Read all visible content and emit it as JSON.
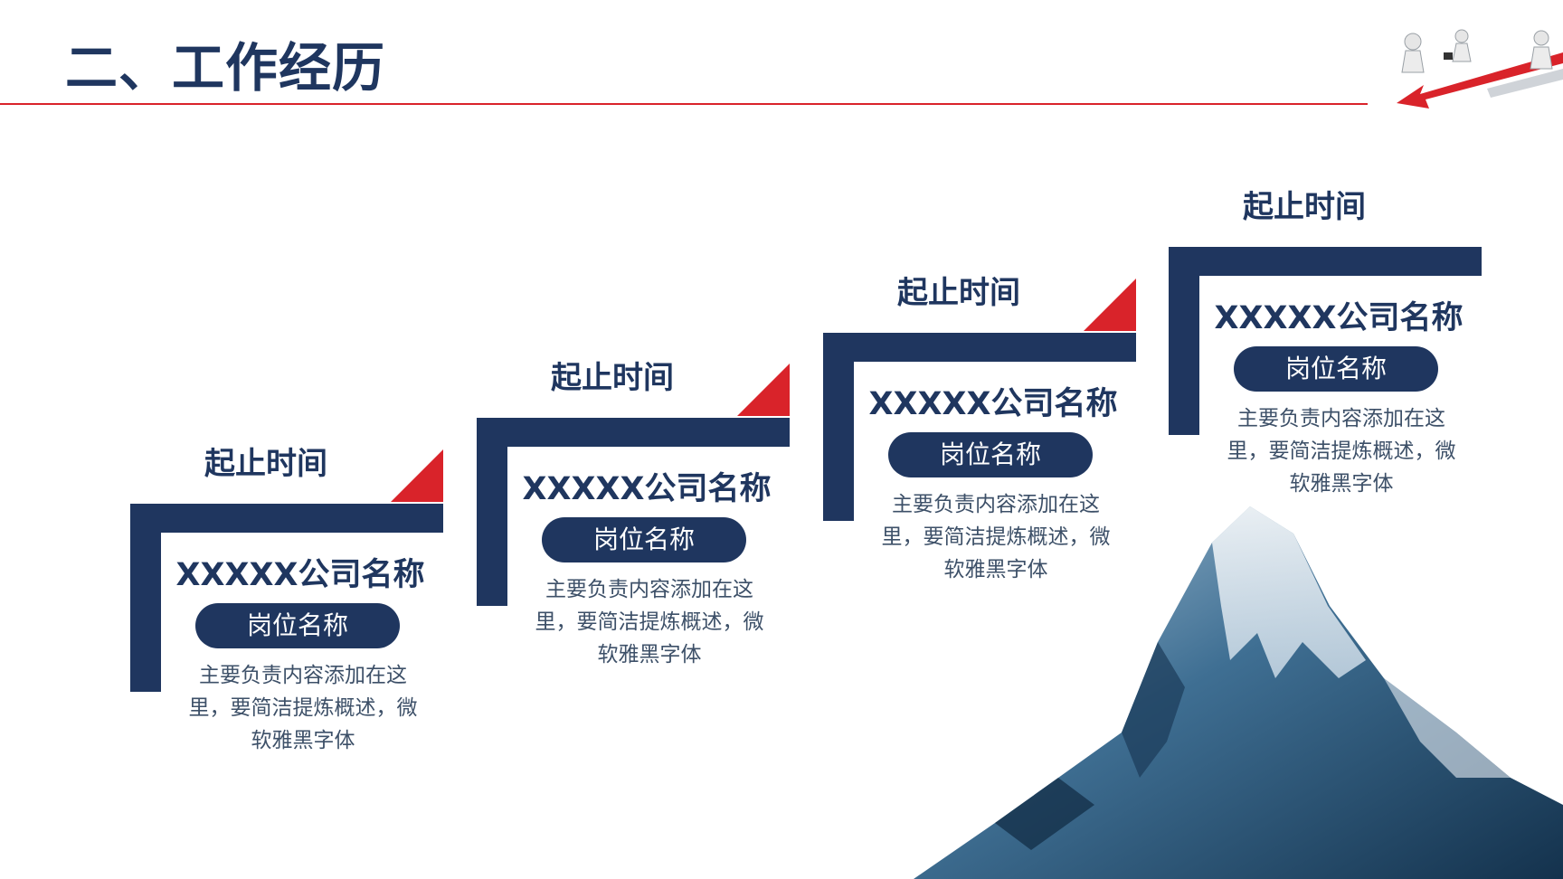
{
  "title": "二、工作经历",
  "accent_color": "#d9232a",
  "primary_color": "#1f365f",
  "steps": [
    {
      "period": "起止时间",
      "company": "XXXXX公司名称",
      "position": "岗位名称",
      "description": "主要负责内容添加在这里，要简洁提炼概述，微软雅黑字体"
    },
    {
      "period": "起止时间",
      "company": "XXXXX公司名称",
      "position": "岗位名称",
      "description": "主要负责内容添加在这里，要简洁提炼概述，微软雅黑字体"
    },
    {
      "period": "起止时间",
      "company": "XXXXX公司名称",
      "position": "岗位名称",
      "description": "主要负责内容添加在这里，要简洁提炼概述，微软雅黑字体"
    },
    {
      "period": "起止时间",
      "company": "XXXXX公司名称",
      "position": "岗位名称",
      "description": "主要负责内容添加在这里，要简洁提炼概述，微软雅黑字体"
    }
  ],
  "icons": {
    "header_decoration": "business-people-arrow-icon",
    "mountain": "mountain-peak-image"
  }
}
